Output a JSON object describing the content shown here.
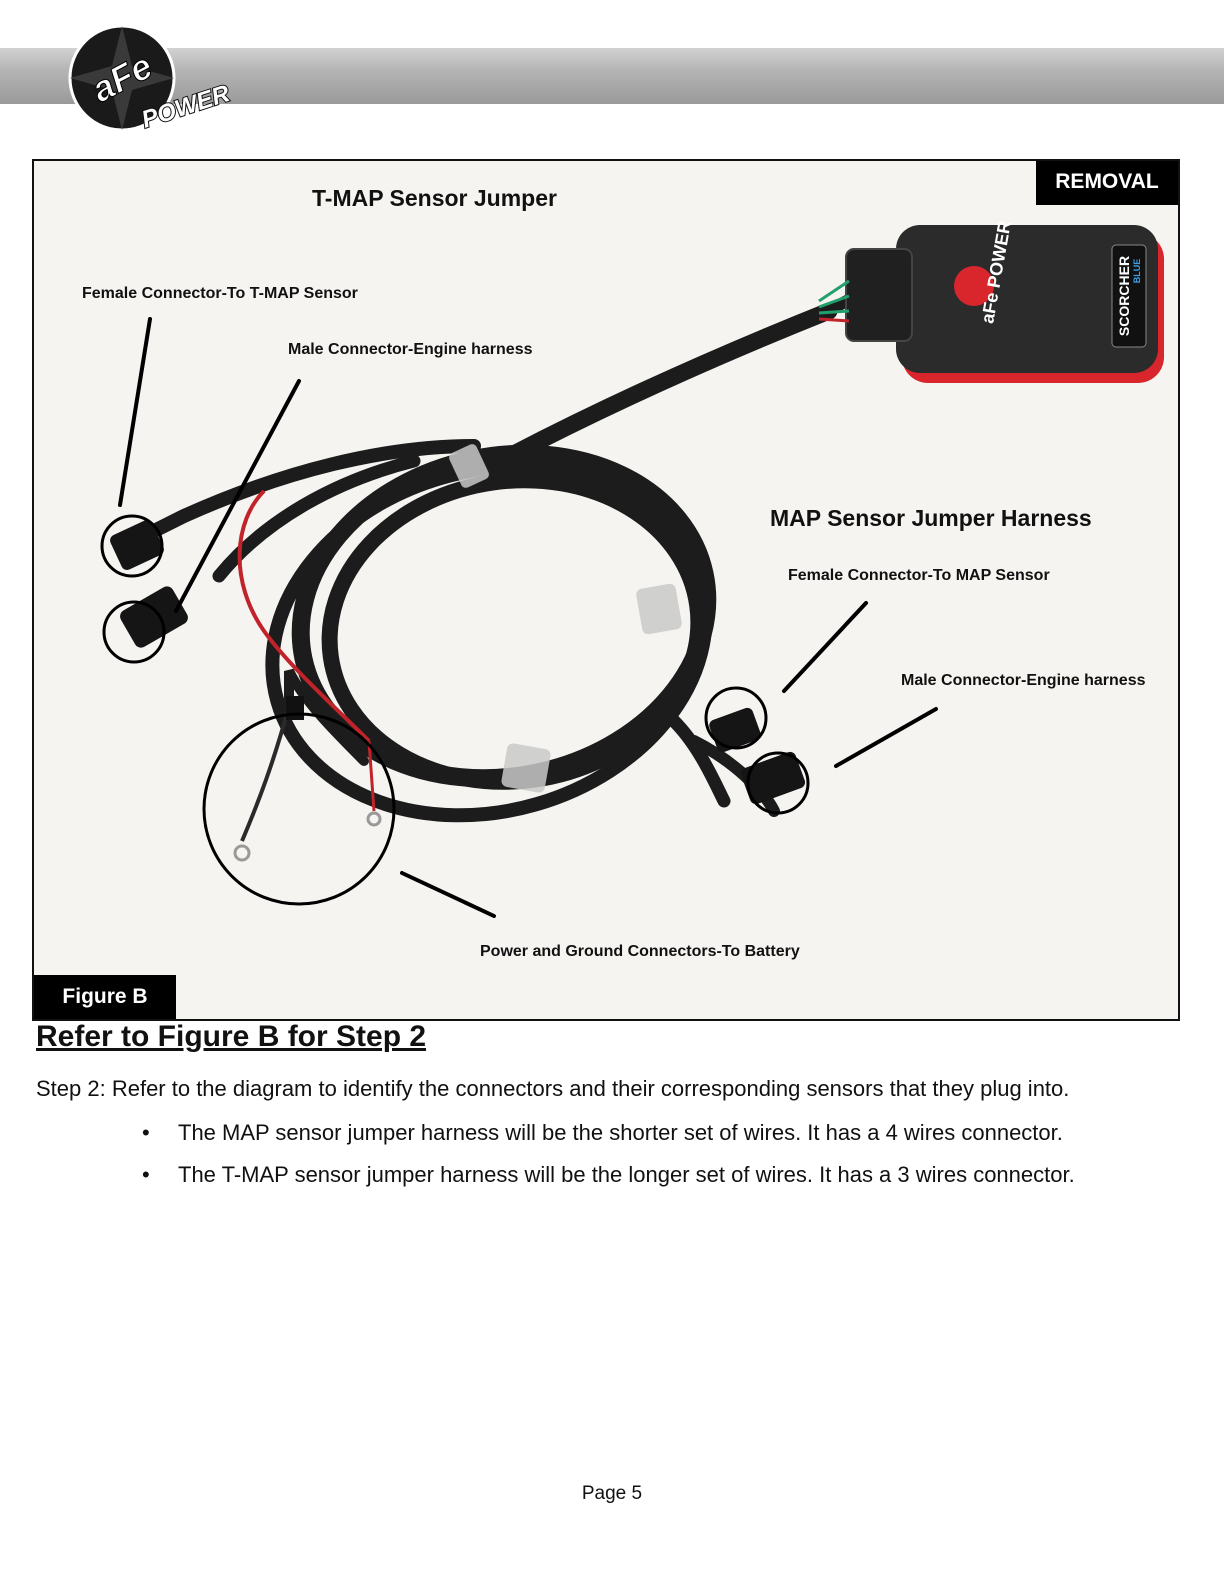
{
  "header": {
    "logo_text": "aFe",
    "logo_subtext": "POWER"
  },
  "figure": {
    "section_tag": "REMOVAL",
    "figure_tag": "Figure B",
    "device_brand": "aFe POWER",
    "device_name": "SCORCHER",
    "device_sub": "BLUE",
    "labels": {
      "tmap_title": "T-MAP Sensor Jumper",
      "tmap_female": "Female Connector-To T-MAP Sensor",
      "tmap_male": "Male Connector-Engine harness",
      "map_title": "MAP Sensor Jumper Harness",
      "map_female": "Female Connector-To MAP Sensor",
      "map_male": "Male Connector-Engine harness",
      "power_ground": "Power and Ground Connectors-To Battery"
    },
    "colors": {
      "cable": "#1c1c1c",
      "device_body": "#2b2b2b",
      "device_accent": "#d8262c",
      "tape": "#c9c9c9"
    }
  },
  "content": {
    "heading": "Refer to Figure B for Step 2",
    "intro": "Step 2: Refer to the diagram to identify the connectors and their corresponding sensors that they plug into.",
    "bullets": [
      "The MAP sensor jumper harness will be the shorter set of wires. It has a 4 wires connector.",
      "The T-MAP sensor jumper harness will be the longer set of wires. It has a 3 wires connector."
    ]
  },
  "footer": {
    "page": "Page 5"
  }
}
